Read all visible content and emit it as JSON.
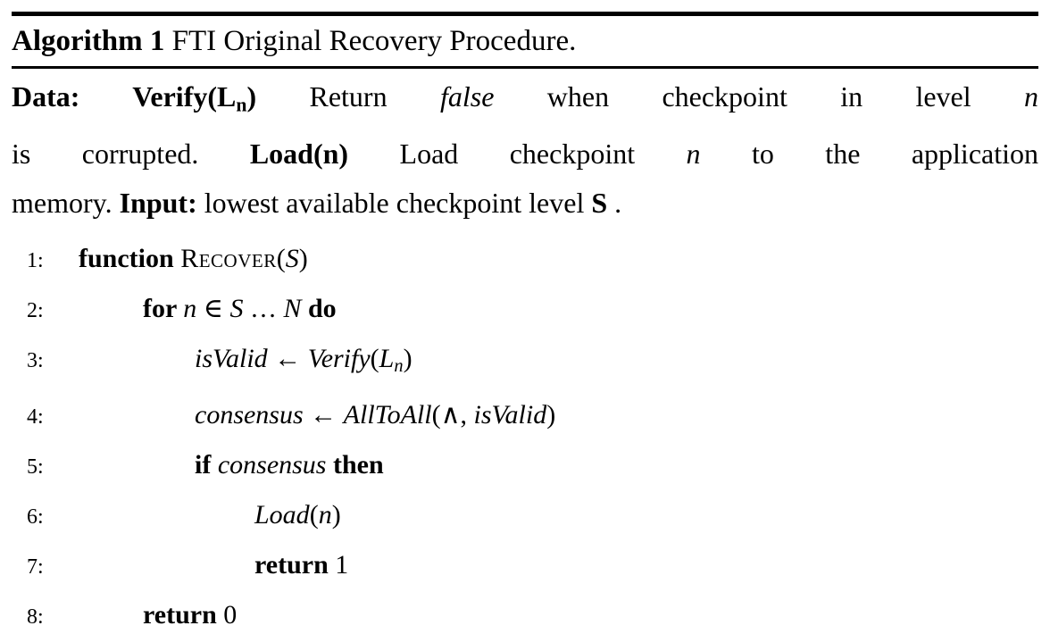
{
  "title": {
    "label": "Algorithm 1 ",
    "name": "FTI Original Recovery Procedure."
  },
  "preamble_lines": [
    {
      "segments": [
        {
          "t": "Data: ",
          "s": "b"
        },
        {
          "t": "Verify(L",
          "s": "b"
        },
        {
          "t": "n",
          "s": "bsub"
        },
        {
          "t": ")",
          "s": "b"
        },
        {
          "t": " Return ",
          "s": "r"
        },
        {
          "t": "false",
          "s": "i"
        },
        {
          "t": " when checkpoint in level ",
          "s": "r"
        },
        {
          "t": "n",
          "s": "i"
        }
      ]
    },
    {
      "segments": [
        {
          "t": "is corrupted. ",
          "s": "r"
        },
        {
          "t": "Load(n)",
          "s": "b"
        },
        {
          "t": " Load checkpoint ",
          "s": "r"
        },
        {
          "t": "n",
          "s": "i"
        },
        {
          "t": " to the application",
          "s": "r"
        }
      ]
    },
    {
      "segments": [
        {
          "t": "memory. ",
          "s": "r"
        },
        {
          "t": "Input:",
          "s": "b"
        },
        {
          "t": " lowest available checkpoint level ",
          "s": "r"
        },
        {
          "t": "S",
          "s": "b"
        },
        {
          "t": " .",
          "s": "r"
        }
      ]
    }
  ],
  "code_lines": [
    {
      "number": "1:",
      "indent": 0,
      "segments": [
        {
          "t": "function ",
          "s": "b"
        },
        {
          "t": "Recover",
          "s": "sc"
        },
        {
          "t": "(",
          "s": "r"
        },
        {
          "t": "S",
          "s": "i"
        },
        {
          "t": ")",
          "s": "r"
        }
      ]
    },
    {
      "number": "2:",
      "indent": 1,
      "segments": [
        {
          "t": "for ",
          "s": "b"
        },
        {
          "t": "n",
          "s": "i"
        },
        {
          "t": " ∈ ",
          "s": "r"
        },
        {
          "t": "S",
          "s": "i"
        },
        {
          "t": " … ",
          "s": "r"
        },
        {
          "t": "N",
          "s": "i"
        },
        {
          "t": " do",
          "s": "b"
        }
      ]
    },
    {
      "number": "3:",
      "indent": 2,
      "segments": [
        {
          "t": "isValid",
          "s": "i"
        },
        {
          "t": " ← ",
          "s": "r"
        },
        {
          "t": "Verify",
          "s": "i"
        },
        {
          "t": "(",
          "s": "r"
        },
        {
          "t": "L",
          "s": "i"
        },
        {
          "t": "n",
          "s": "isub"
        },
        {
          "t": ")",
          "s": "r"
        }
      ]
    },
    {
      "number": "4:",
      "indent": 2,
      "segments": [
        {
          "t": "consensus",
          "s": "i"
        },
        {
          "t": " ← ",
          "s": "r"
        },
        {
          "t": "AllToAll",
          "s": "i"
        },
        {
          "t": "(∧, ",
          "s": "r"
        },
        {
          "t": "isValid",
          "s": "i"
        },
        {
          "t": ")",
          "s": "r"
        }
      ]
    },
    {
      "number": "5:",
      "indent": 2,
      "segments": [
        {
          "t": "if ",
          "s": "b"
        },
        {
          "t": "consensus",
          "s": "i"
        },
        {
          "t": " then",
          "s": "b"
        }
      ]
    },
    {
      "number": "6:",
      "indent": 3,
      "segments": [
        {
          "t": "Load",
          "s": "i"
        },
        {
          "t": "(",
          "s": "r"
        },
        {
          "t": "n",
          "s": "i"
        },
        {
          "t": ")",
          "s": "r"
        }
      ]
    },
    {
      "number": "7:",
      "indent": 3,
      "segments": [
        {
          "t": "return ",
          "s": "b"
        },
        {
          "t": "1",
          "s": "r"
        }
      ]
    },
    {
      "number": "8:",
      "indent": 1,
      "segments": [
        {
          "t": "return ",
          "s": "b"
        },
        {
          "t": "0",
          "s": "r"
        }
      ]
    }
  ],
  "colors": {
    "text": "#000000",
    "background": "#ffffff",
    "rule": "#000000"
  }
}
